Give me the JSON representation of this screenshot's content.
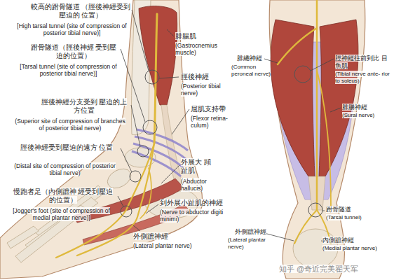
{
  "diagram": {
    "labels": [
      "較高的跗骨隧道 （脛後神經受到壓迫的 位置）",
      "[High tarsal tunnel (site of compression of posterior tibial nerve)]",
      "跗骨隧道（脛後神經 受到壓迫的位置）",
      "[Tarsal tunnel (site of compression of posterior tibial nerve)]",
      "脛後神經分支受到 壓迫的上方位置",
      "(Superior site of compression of branches of posterior tibial nerve)",
      "脛後神經受到壓迫的遠方 位置",
      "(Distal site of compression of posterior tibial nerve)",
      "慢跑者足（內側蹠神 經受到壓迫的位置）",
      "[Jogger's foot (site of compression of medial plantar nerve)]",
      "腓腸肌",
      "(Gastrocnemius muscle)",
      "脛後神經",
      "(Posterior tibial nerve)",
      "屈肌支持帶",
      "(Flexor retina- culum)",
      "外展大 蹞趾肌",
      "(Abductor hallucis)",
      "到外展小趾肌的神經",
      "(Nerve to abductor digiti minimi)",
      "外側蹠神經",
      "(Lateral plantar nerve)",
      "腓總神經",
      "(Common peroneal nerve)",
      "脛神經往前到比 目魚肌",
      "(Tibial nerve ante- rior to soleus)",
      "腓腸神經",
      "(Sural nerve)",
      "跗骨隧道",
      "(Tarsal tunnel)",
      "外側蹠神經",
      "(Lateral plantar nerve)",
      "內側蹠神經",
      "(Medial plantar nerve)",
      "知乎 @奇近完美翟天军"
    ]
  }
}
